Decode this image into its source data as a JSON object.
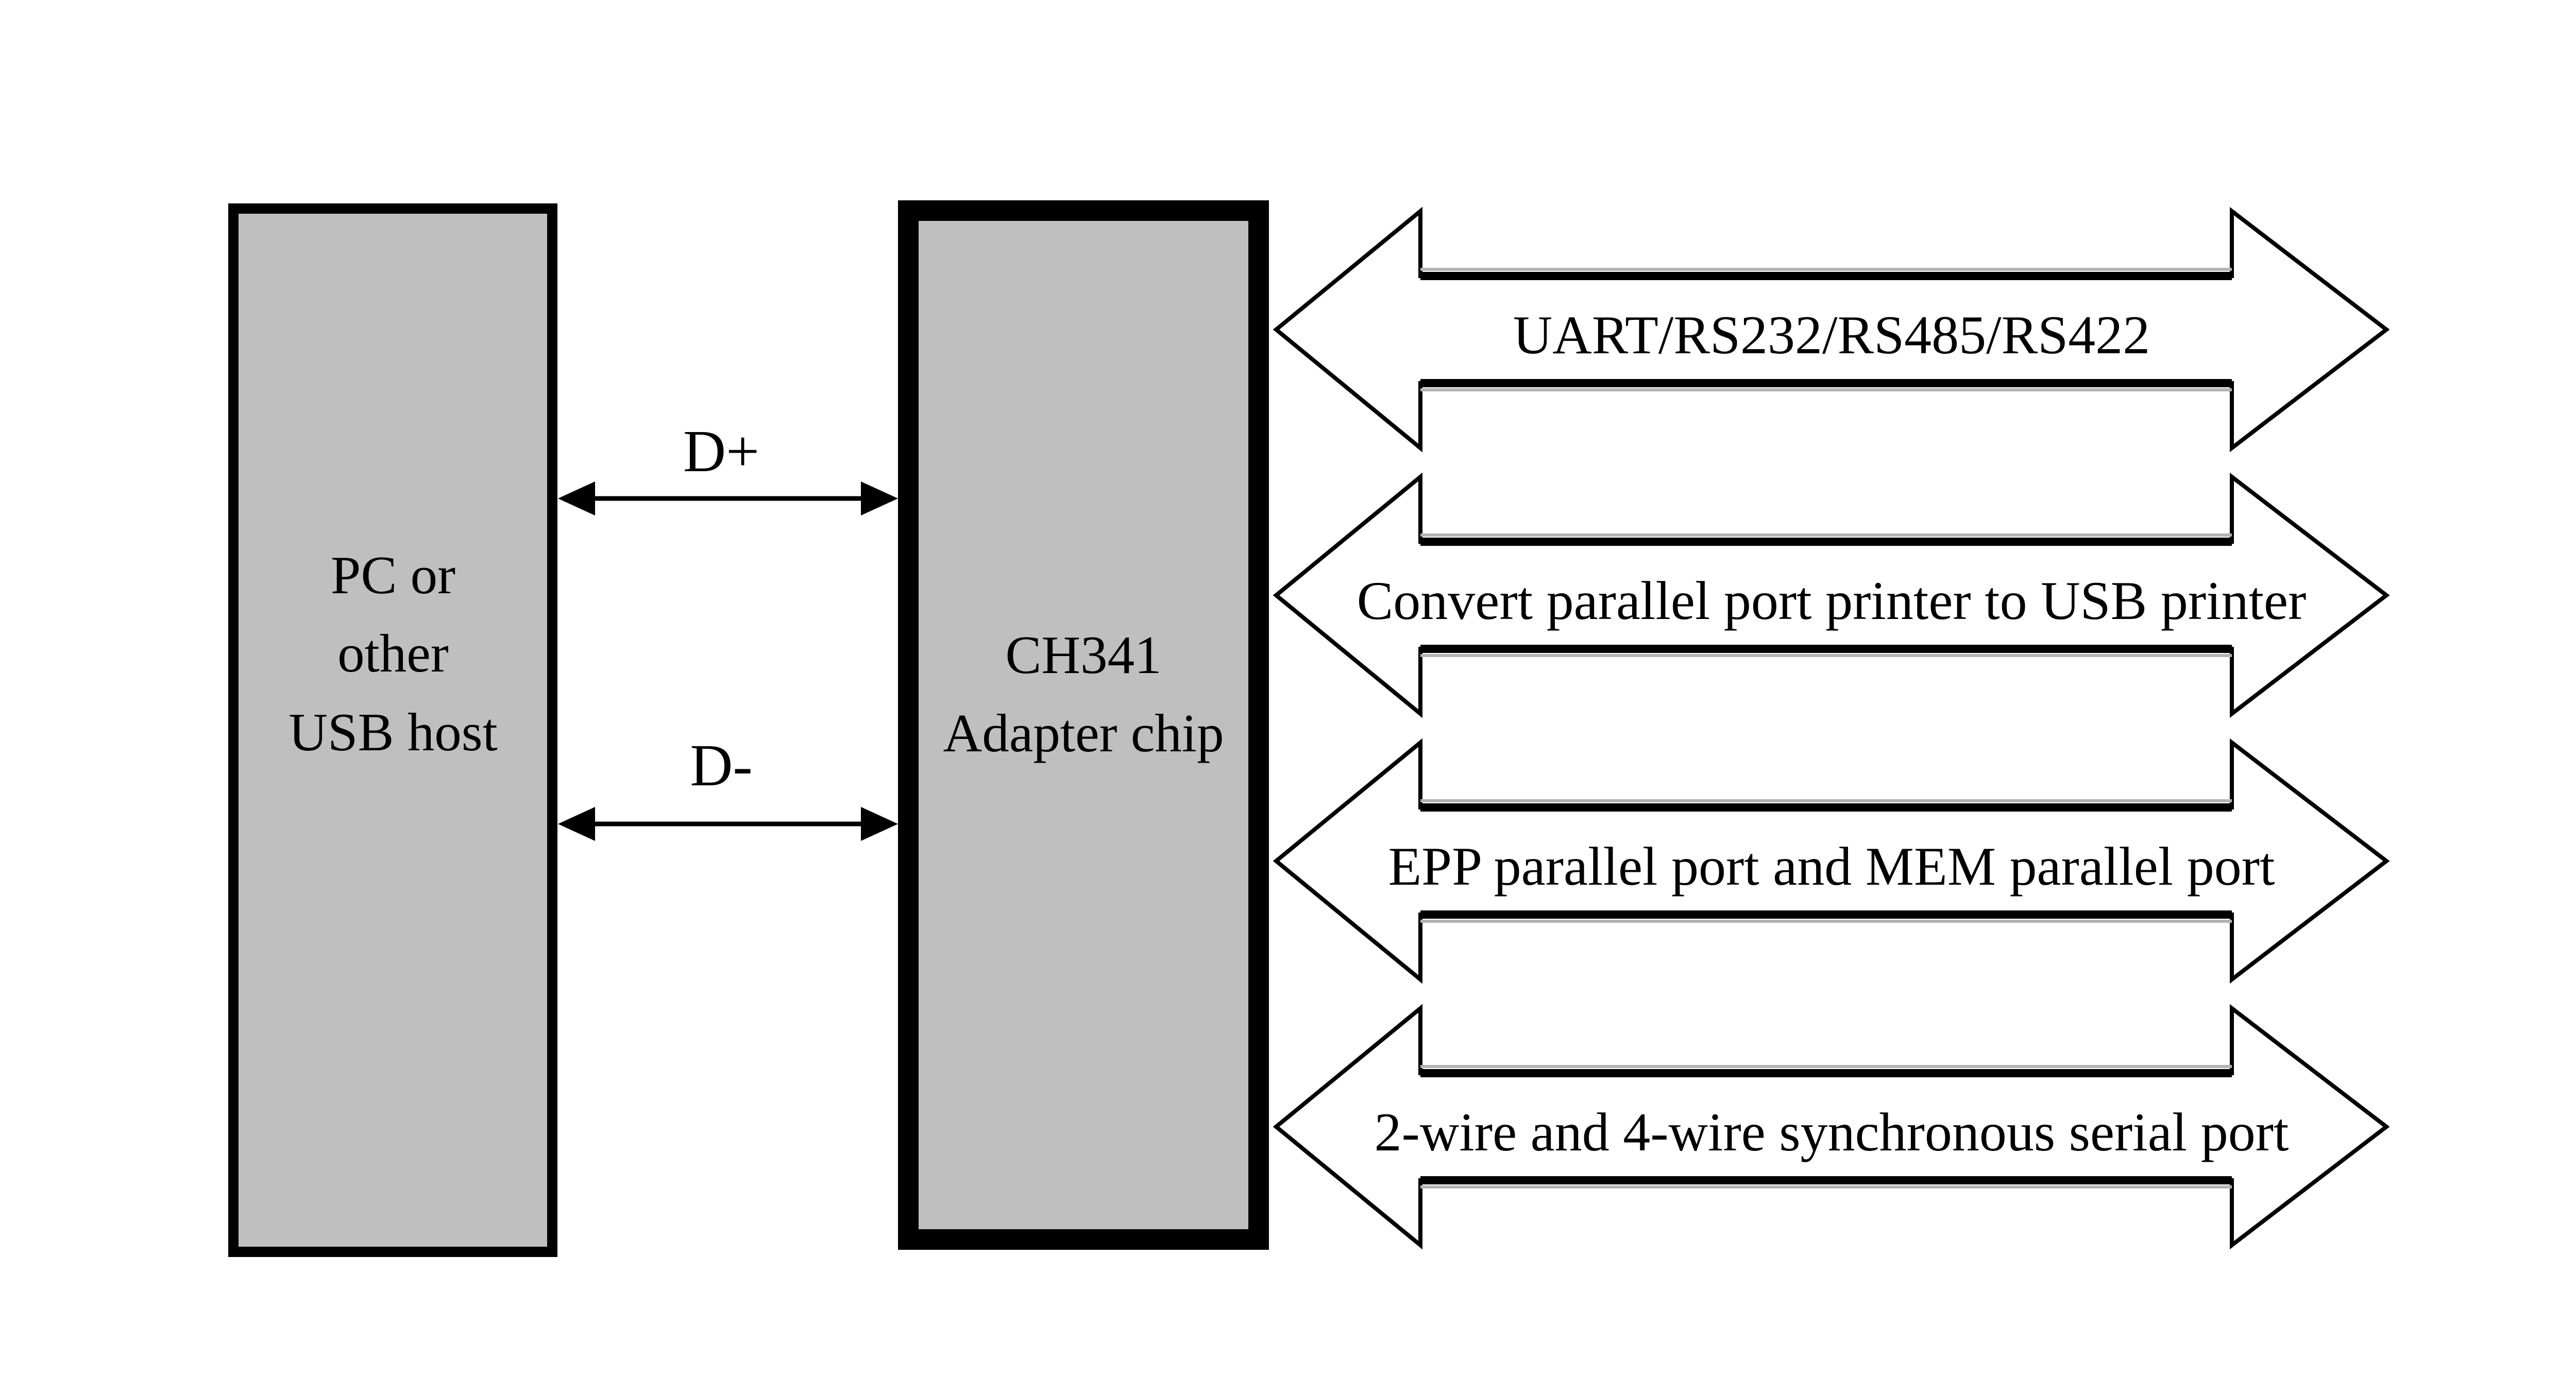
{
  "colors": {
    "background": "#ffffff",
    "outline": "#000000",
    "box_fill": "#bfbfbf",
    "arrow_fill": "#ffffff",
    "scan_shadow": "#b3b3b3"
  },
  "boxes": {
    "host": {
      "lines": [
        "PC or",
        "other",
        "USB host"
      ]
    },
    "chip": {
      "lines": [
        "CH341",
        "Adapter chip"
      ]
    }
  },
  "usb_signals": [
    {
      "label": "D+"
    },
    {
      "label": "D-"
    }
  ],
  "arrows": [
    {
      "label": "UART/RS232/RS485/RS422"
    },
    {
      "label": "Convert parallel port printer to USB printer"
    },
    {
      "label": "EPP parallel port and MEM parallel port"
    },
    {
      "label": "2-wire and 4-wire synchronous serial port"
    }
  ]
}
